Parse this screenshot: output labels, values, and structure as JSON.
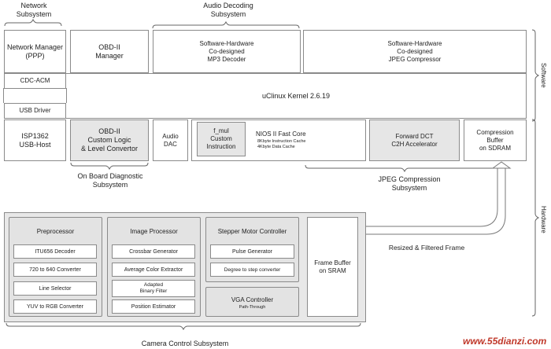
{
  "labels": {
    "network_subsystem": "Network\nSubsystem",
    "audio_decoding_subsystem": "Audio Decoding\nSubsystem",
    "obd_subsystem": "On Board Diagnostic\nSubsystem",
    "jpeg_subsystem": "JPEG Compression\nSubsystem",
    "camera_subsystem": "Camera Control Subsystem",
    "software": "Software",
    "hardware": "Hardware",
    "resized_frame": "Resized & Filtered Frame",
    "watermark": "www.55dianzi.com"
  },
  "software_layer": {
    "network_manager": "Network Manager\n(PPP)",
    "obd_manager": "OBD-II\nManager",
    "mp3_decoder": "Software-Hardware\nCo-designed\nMP3 Decoder",
    "jpeg_compressor": "Software-Hardware\nCo-designed\nJPEG Compressor",
    "cdc_acm": "CDC-ACM",
    "usb_driver": "USB Driver",
    "kernel": "uClinux Kernel 2.6.19"
  },
  "hardware_layer": {
    "isp1362": "ISP1362\nUSB-Host",
    "obd_logic": "OBD-II\nCustom Logic\n& Level Convertor",
    "audio_dac": "Audio\nDAC",
    "f_mul": "f_mul\nCustom\nInstruction",
    "nios_title": "NIOS II Fast Core",
    "nios_icache": "8Kbyte Instruction Cache",
    "nios_dcache": "4Kbyte Data Cache",
    "forward_dct": "Forward DCT\nC2H Accelerator",
    "comp_buffer": "Compression\nBuffer\non SDRAM"
  },
  "camera": {
    "preprocessor": {
      "title": "Preprocessor",
      "items": [
        "ITU656 Decoder",
        "720 to 640 Converter",
        "Line Selector",
        "YUV to RGB Converter"
      ]
    },
    "image_processor": {
      "title": "Image Processor",
      "items": [
        "Crossbar Generator",
        "Average Color Extractor",
        "Adapted\nBinary Filter",
        "Position Estimator"
      ]
    },
    "stepper": {
      "title": "Stepper Motor Controller",
      "items": [
        "Pulse Generator",
        "Degree to step converter"
      ]
    },
    "vga": {
      "title": "VGA Controller",
      "sub": "Path-Through"
    },
    "frame_buffer": "Frame Buffer\non SRAM"
  }
}
